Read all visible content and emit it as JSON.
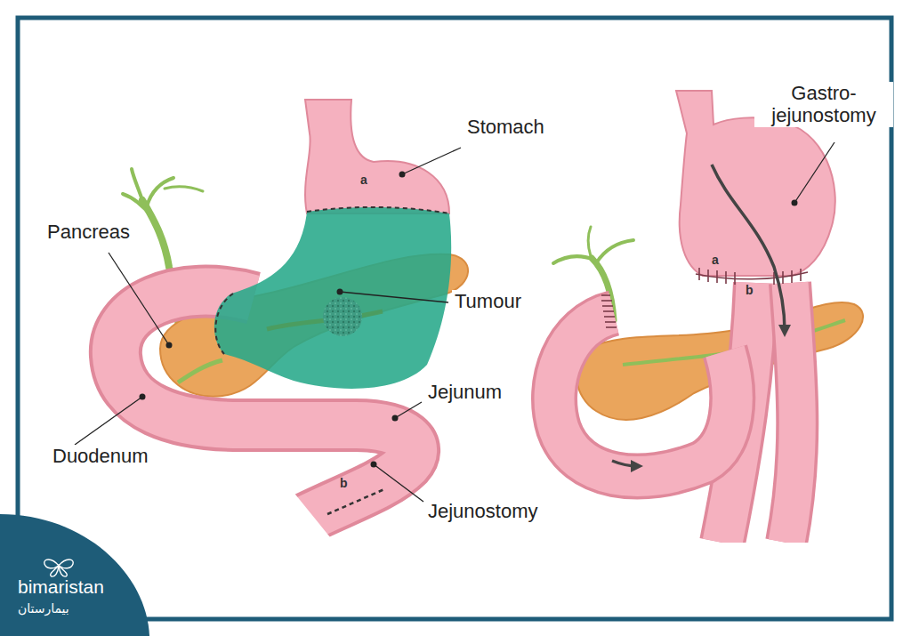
{
  "diagram": {
    "labels": [
      "Stomach",
      "a",
      "Pancreas",
      "Tumour",
      "Jejunum",
      "Duodenum",
      "b",
      "Jejunostomy",
      "Gastro- jejunostomy",
      "a",
      "b",
      "bimaristan",
      "بيمارستان"
    ]
  }
}
